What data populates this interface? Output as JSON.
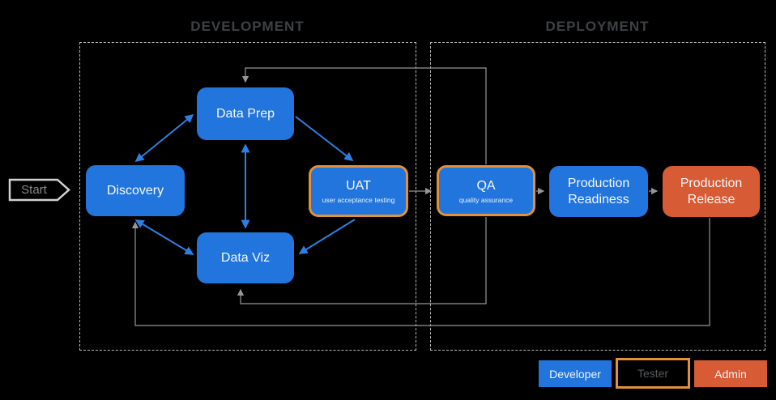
{
  "diagram_title": "",
  "colors": {
    "background": "#000000",
    "node_blue": "#2275dc",
    "node_red": "#d75b35",
    "outline_orange": "#e0913a",
    "edge_blue": "#2e7fe4",
    "edge_gray": "#969696",
    "region_border": "#b5b8ba",
    "region_label": "#3e4144",
    "start_border": "#d2d2d2",
    "start_label": "#85888c",
    "tester_label": "#55585c",
    "node_text": "#f4f8fb"
  },
  "start": {
    "label": "Start"
  },
  "regions": {
    "development": {
      "label": "DEVELOPMENT"
    },
    "deployment": {
      "label": "DEPLOYMENT"
    }
  },
  "nodes": {
    "discovery": {
      "title": "Discovery",
      "role": "developer"
    },
    "data_prep": {
      "title": "Data Prep",
      "role": "developer"
    },
    "data_viz": {
      "title": "Data Viz",
      "role": "developer"
    },
    "uat": {
      "title": "UAT",
      "subtitle": "user acceptance testing",
      "role": "developer-tester"
    },
    "qa": {
      "title": "QA",
      "subtitle": "quality assurance",
      "role": "developer-tester"
    },
    "production_readiness": {
      "title": "Production Readiness",
      "role": "developer"
    },
    "production_release": {
      "title": "Production Release",
      "role": "admin"
    }
  },
  "edges": [
    {
      "from": "discovery",
      "to": "data_prep",
      "style": "blue",
      "bidirectional": true
    },
    {
      "from": "discovery",
      "to": "data_viz",
      "style": "blue",
      "bidirectional": true
    },
    {
      "from": "data_prep",
      "to": "data_viz",
      "style": "blue",
      "bidirectional": true
    },
    {
      "from": "data_prep",
      "to": "uat",
      "style": "blue",
      "bidirectional": false
    },
    {
      "from": "uat",
      "to": "data_viz",
      "style": "blue",
      "bidirectional": false
    },
    {
      "from": "uat",
      "to": "qa",
      "style": "gray",
      "bidirectional": false
    },
    {
      "from": "qa",
      "to": "production_readiness",
      "style": "gray",
      "bidirectional": false
    },
    {
      "from": "production_readiness",
      "to": "production_release",
      "style": "gray",
      "bidirectional": false
    },
    {
      "from": "qa",
      "to": "data_prep",
      "style": "gray-elbow",
      "bidirectional": false
    },
    {
      "from": "qa",
      "to": "data_viz",
      "style": "gray-elbow",
      "bidirectional": false
    },
    {
      "from": "production_release",
      "to": "discovery",
      "style": "gray-elbow",
      "bidirectional": false
    }
  ],
  "legend": [
    {
      "label": "Developer",
      "color": "#2275dc",
      "outlined": false
    },
    {
      "label": "Tester",
      "color": "#000000",
      "outlined": true
    },
    {
      "label": "Admin",
      "color": "#d75b35",
      "outlined": false
    }
  ]
}
